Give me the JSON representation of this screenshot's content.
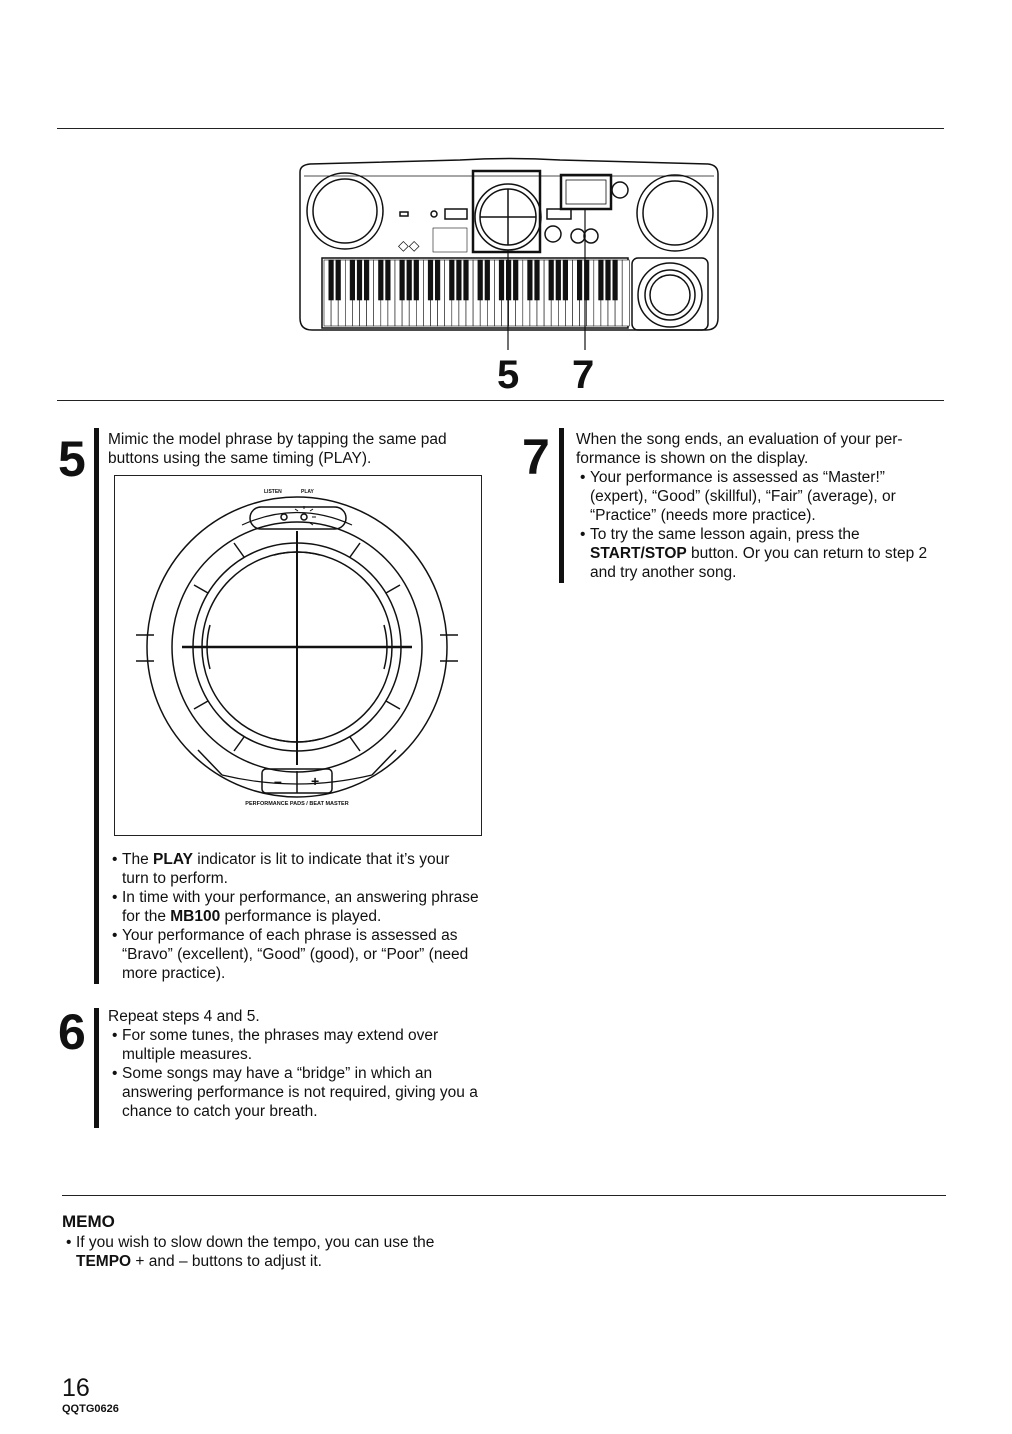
{
  "callouts": [
    "5",
    "7"
  ],
  "step5": {
    "number": "5",
    "intro": "Mimic the model phrase by tapping the same pad buttons using the same timing (PLAY).",
    "figure": {
      "listen": "LISTEN",
      "play": "PLAY",
      "minus": "–",
      "plus": "+",
      "caption": "PERFORMANCE PADS / BEAT MASTER"
    },
    "b1_pre": "The ",
    "b1_bold": "PLAY",
    "b1_post": " indicator is lit to indicate that it’s your turn to perform.",
    "b2_pre": "In time with your performance, an answering phrase for the ",
    "b2_bold": "MB100",
    "b2_post": " performance is played.",
    "b3": "Your performance of each phrase is assessed as “Bravo” (excellent), “Good” (good), or “Poor” (need more practice)."
  },
  "step6": {
    "number": "6",
    "intro": "Repeat steps 4 and 5.",
    "b1": "For some tunes, the phrases may extend over multiple measures.",
    "b2": "Some songs may have a “bridge” in which an answering performance is not required, giving you a chance to catch your breath."
  },
  "step7": {
    "number": "7",
    "line1": "When the song ends, an evaluation of your per-",
    "line2": "formance is shown on the display.",
    "b1": "Your performance is assessed as “Master!” (expert), “Good” (skillful), “Fair” (average), or “Practice” (needs more practice).",
    "b2_pre": "To try the same lesson again, press the ",
    "b2_bold": "START/STOP",
    "b2_post": " button. Or you can return to step 2 and try another song."
  },
  "memo": {
    "title": "MEMO",
    "b1_pre": "If you wish to slow down the tempo, you can use the ",
    "b1_bold": "TEMPO",
    "b1_post": " + and – buttons to adjust it."
  },
  "footer": {
    "page": "16",
    "code": "QQTG0626"
  }
}
